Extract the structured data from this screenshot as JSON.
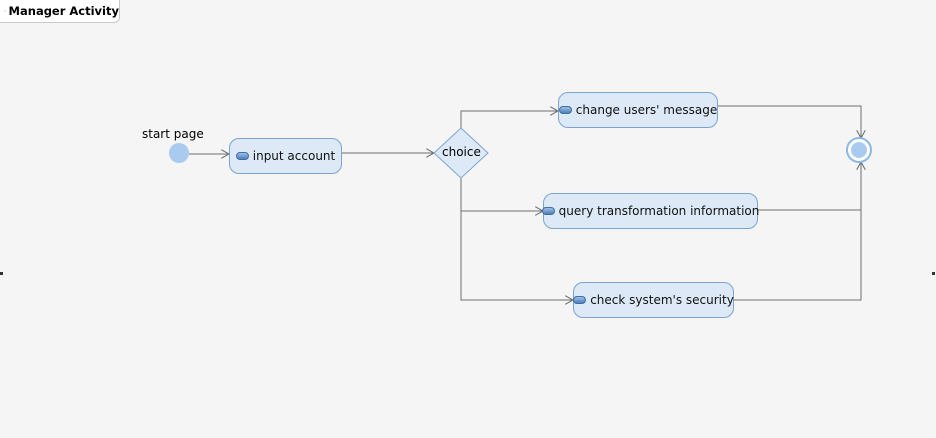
{
  "frame": {
    "title": "Manager Activity",
    "icon": "activity-diagram-icon"
  },
  "diagram": {
    "initial_label": "start page",
    "decision_label": "choice",
    "actions": {
      "input_account": "input account",
      "change_users_message": "change users' message",
      "query_transformation": "query transformation information",
      "check_security": "check system's security"
    }
  },
  "colors": {
    "node_fill": "#dde9f6",
    "node_border": "#7ba4cf",
    "edge": "#6e6e6e",
    "initial_node": "#a9cbef",
    "background": "#f5f5f5"
  }
}
